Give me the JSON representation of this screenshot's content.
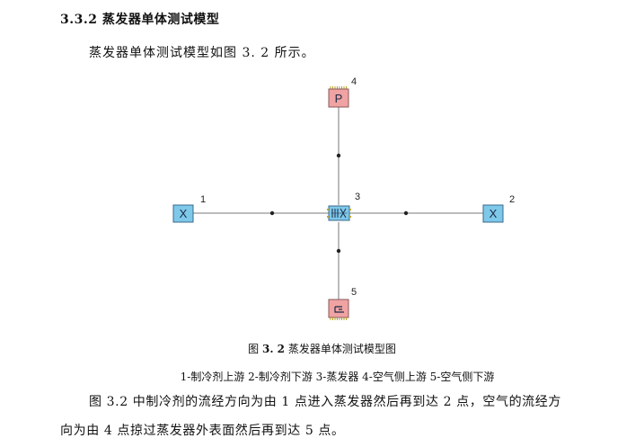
{
  "section": {
    "number": "3.3.2",
    "title": "蒸发器单体测试模型"
  },
  "intro_text": "蒸发器单体测试模型如图 3. 2 所示。",
  "diagram": {
    "nodes": {
      "pressure_source": {
        "symbol": "P",
        "label": "4",
        "color": "#f0a3a3"
      },
      "refrigerant_inlet": {
        "symbol": "X",
        "label": "1",
        "color": "#7ec8ea"
      },
      "refrigerant_outlet": {
        "symbol": "X",
        "label": "2",
        "color": "#7ec8ea"
      },
      "evaporator": {
        "label": "3",
        "color": "#7ec8ea"
      },
      "air_outlet": {
        "label": "5",
        "color": "#f0a3a3"
      }
    }
  },
  "figure": {
    "prefix": "图",
    "number": "3. 2",
    "title": "蒸发器单体测试模型图",
    "legend": "1-制冷剂上游  2-制冷剂下游  3-蒸发器  4-空气侧上游  5-空气侧下游"
  },
  "body": {
    "line1": "图 3.2 中制冷剂的流经方向为由 1 点进入蒸发器然后再到达 2 点，空气的流经方",
    "line2": "向为由 4 点掠过蒸发器外表面然后再到达 5 点。"
  }
}
